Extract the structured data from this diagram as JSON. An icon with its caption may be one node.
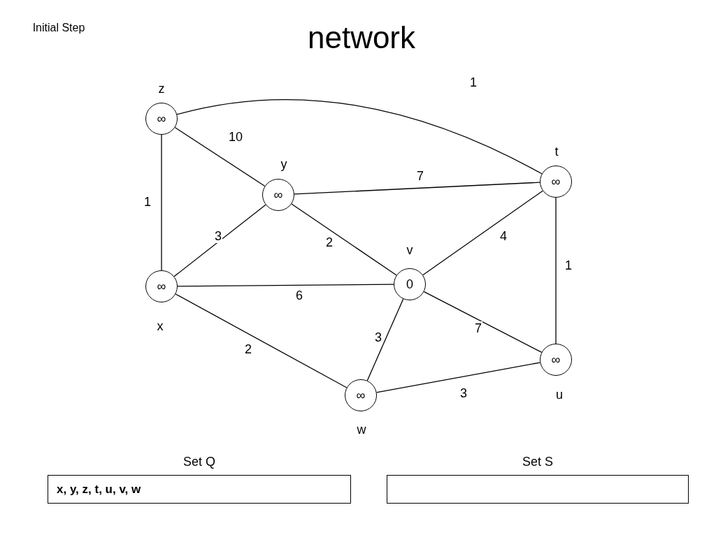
{
  "diagram": {
    "title": "network",
    "nodes": [
      {
        "text": [
          "∞"
        ],
        "beside": [
          "z"
        ]
      },
      {
        "text": [
          "∞"
        ],
        "beside": [
          "y"
        ]
      },
      {
        "text": [
          "∞"
        ],
        "beside": [
          "t"
        ]
      },
      {
        "text": [
          "∞"
        ],
        "beside": [
          "x"
        ]
      },
      {
        "text": [
          "0"
        ],
        "beside": [
          "v"
        ]
      },
      {
        "text": [
          "∞"
        ],
        "beside": [
          "u"
        ]
      },
      {
        "text": [
          "∞"
        ],
        "beside": [
          "w"
        ]
      },
      {
        "text": [
          "Set Q",
          "x, y, z, t, u, v, w"
        ]
      },
      {
        "text": [
          "Set S"
        ]
      }
    ],
    "edges": [
      {
        "from": 0,
        "to": 2,
        "arrow": "none",
        "label": "1"
      },
      {
        "from": 0,
        "to": 1,
        "arrow": "none",
        "label": "10"
      },
      {
        "from": 0,
        "to": 3,
        "arrow": "none",
        "label": "1"
      },
      {
        "from": 1,
        "to": 2,
        "arrow": "none",
        "label": "7"
      },
      {
        "from": 1,
        "to": 3,
        "arrow": "none",
        "label": "3"
      },
      {
        "from": 1,
        "to": 4,
        "arrow": "none",
        "label": "2"
      },
      {
        "from": 2,
        "to": 4,
        "arrow": "none",
        "label": "4"
      },
      {
        "from": 2,
        "to": 5,
        "arrow": "none",
        "label": "1"
      },
      {
        "from": 3,
        "to": 4,
        "arrow": "none",
        "label": "6"
      },
      {
        "from": 3,
        "to": 6,
        "arrow": "none",
        "label": "2"
      },
      {
        "from": 4,
        "to": 6,
        "arrow": "none",
        "label": "3"
      },
      {
        "from": 4,
        "to": 5,
        "arrow": "none",
        "label": "7"
      },
      {
        "from": 6,
        "to": 5,
        "arrow": "none",
        "label": "3"
      }
    ],
    "labels": [
      "Initial Step"
    ]
  }
}
